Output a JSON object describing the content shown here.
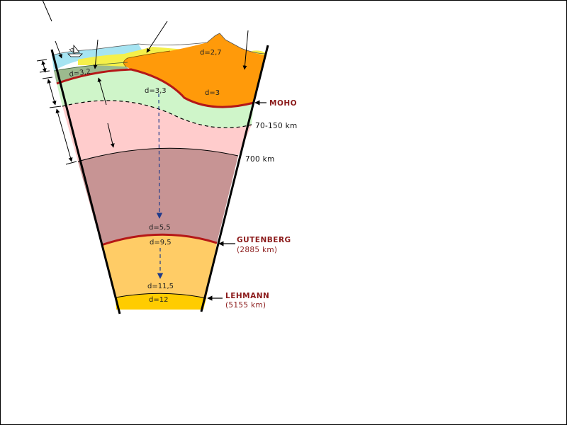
{
  "densities": {
    "ocean_crust": "d=3,2",
    "continental_top": "d=2,7",
    "continental_crust": "d=3",
    "lithospheric_mantle": "d=3,3",
    "lower_mantle_base": "d=5,5",
    "outer_core_top": "d=9,5",
    "outer_core_base": "d=11,5",
    "inner_core": "d=12"
  },
  "boundaries": {
    "moho": "MOHO",
    "asthenosphere_depth": "70-150 km",
    "transition_depth": "700 km",
    "gutenberg": "GUTENBERG",
    "gutenberg_depth": "(2885 km)",
    "lehmann": "LEHMANN",
    "lehmann_depth": "(5155 km)"
  },
  "colors": {
    "ocean": "#a6e4f2",
    "ocean_crust": "#9cba8e",
    "sediments": "#f5f04a",
    "continental_crust": "#ff9a0a",
    "lithospheric_mantle": "#cff5c9",
    "upper_mantle": "#ffcccc",
    "lower_mantle": "#c79494",
    "outer_core": "#ffcc66",
    "inner_core": "#ffcc00",
    "boundary_line": "#b51717",
    "label_text": "#8b1a1a"
  }
}
